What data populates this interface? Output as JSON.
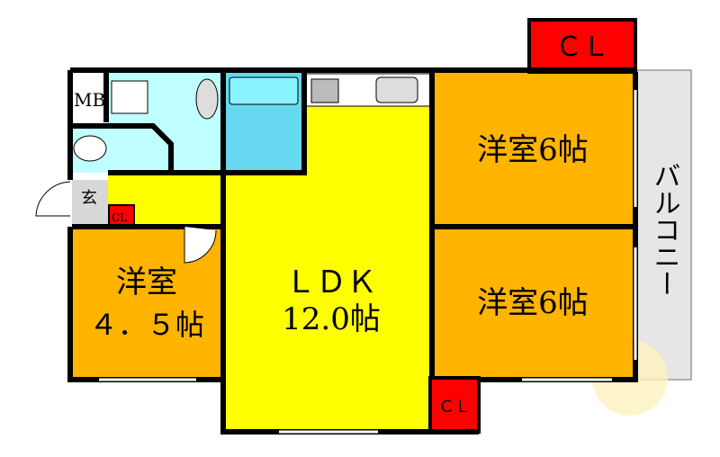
{
  "colors": {
    "ldk": "#ffff00",
    "room": "#ffb400",
    "wet": "#c0ffff",
    "bath": "#66d9f0",
    "closet": "#ff0000",
    "balcony": "#e6e6e6",
    "entrance": "#d8d8d8"
  },
  "labels": {
    "mb": "MB",
    "entrance": "玄",
    "closet_small": "CL",
    "closet_top": "ＣＬ",
    "closet_bottom": "ＣＬ",
    "room_left_name": "洋室",
    "room_left_size": "４．５帖",
    "ldk_name": "ＬＤＫ",
    "ldk_size": "12.0帖",
    "room_top_right": "洋室6帖",
    "room_bottom_right": "洋室6帖",
    "balcony": "バルコニー"
  }
}
